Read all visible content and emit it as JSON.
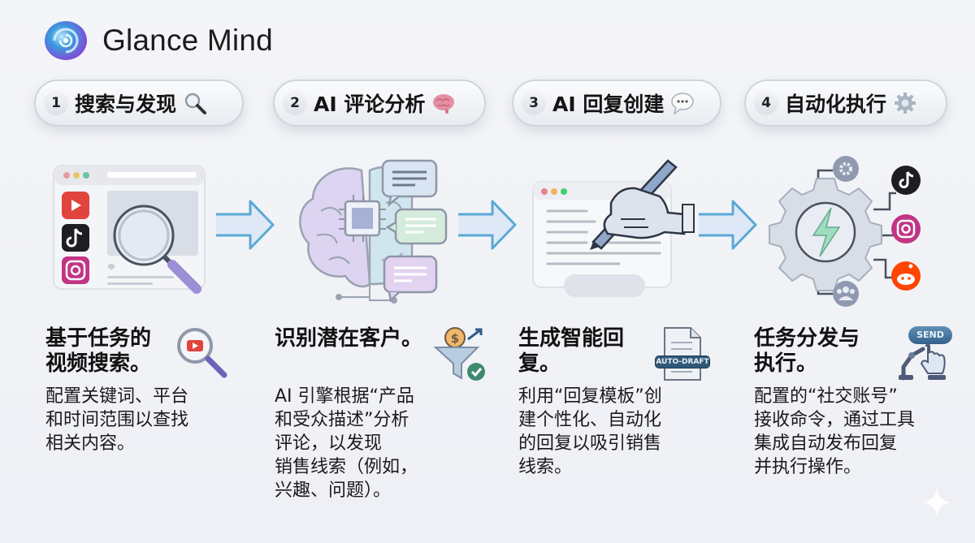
{
  "brand": {
    "name": "Glance Mind",
    "logo_icon": "swirl-logo-icon"
  },
  "steps": [
    {
      "number": "1",
      "label": "搜索与发现",
      "icon": "magnifier-icon"
    },
    {
      "number": "2",
      "label": "AI 评论分析",
      "icon": "brain-icon"
    },
    {
      "number": "3",
      "label": "AI 回复创建",
      "icon": "speech-bubble-icon"
    },
    {
      "number": "4",
      "label": "自动化执行",
      "icon": "gear-icon"
    }
  ],
  "illustrations": [
    {
      "name": "browser-search-illustration",
      "platforms": [
        "YouTube",
        "TikTok",
        "Instagram"
      ]
    },
    {
      "name": "ai-brain-chip-illustration"
    },
    {
      "name": "robot-hand-writing-illustration"
    },
    {
      "name": "gear-automation-hub-illustration",
      "platforms": [
        "TikTok",
        "Instagram",
        "Reddit"
      ]
    }
  ],
  "columns": [
    {
      "title_lines": [
        "基于任务的",
        "视频搜索。"
      ],
      "desc_lines": [
        "配置关键词、平台",
        "和时间范围以查找",
        "相关内容。"
      ],
      "icon": "video-search-icon"
    },
    {
      "title_lines": [
        "识别潜在客户。"
      ],
      "desc_lines": [
        "AI 引擎根据“产品",
        "和受众描述”分析",
        "评论，以发现",
        "销售线索（例如，",
        "兴趣、问题）。"
      ],
      "icon": "lead-funnel-icon"
    },
    {
      "title_lines": [
        "生成智能回",
        "复。"
      ],
      "desc_lines": [
        "利用“回复模板”创",
        "建个性化、自动化",
        "的回复以吸引销售",
        "线索。"
      ],
      "icon": "auto-draft-document-icon",
      "icon_text": "AUTO-DRAFT"
    },
    {
      "title_lines": [
        "任务分发与",
        "执行。"
      ],
      "desc_lines": [
        "配置的“社交账号”",
        "接收命令，通过工具",
        "集成自动发布回复",
        "并执行操作。"
      ],
      "icon": "robot-send-icon",
      "icon_text": "SEND"
    }
  ],
  "colors": {
    "arrow": "#5aa9d6",
    "youtube": "#e0443c",
    "tiktok": "#1d1d22",
    "instagram": "#c13584",
    "reddit": "#ff4500",
    "pill_border": "#cfd4dc"
  }
}
